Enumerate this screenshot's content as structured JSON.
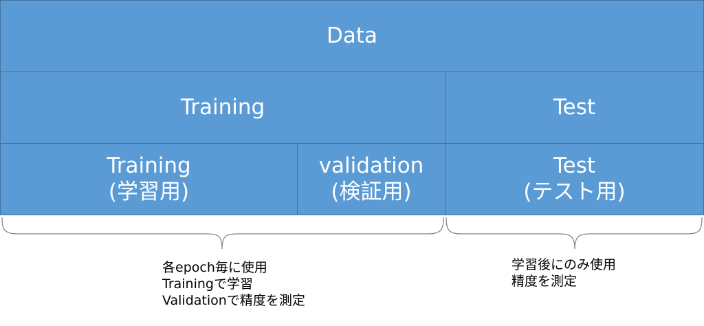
{
  "blocks": {
    "data": "Data",
    "training": "Training",
    "test": "Test",
    "training_sub": {
      "line1": "Training",
      "line2": "(学習用)"
    },
    "validation_sub": {
      "line1": "validation",
      "line2": "(検証用)"
    },
    "test_sub": {
      "line1": "Test",
      "line2": "(テスト用)"
    }
  },
  "notes": {
    "left": {
      "line1": "各epoch毎に使用",
      "line2": "Trainingで学習",
      "line3": "Validationで精度を測定"
    },
    "right": {
      "line1": "学習後にのみ使用",
      "line2": "精度を測定"
    }
  },
  "colors": {
    "block_fill": "#5b9bd5",
    "block_border": "#41719c",
    "block_text": "#ffffff",
    "brace": "#7f7f7f"
  }
}
